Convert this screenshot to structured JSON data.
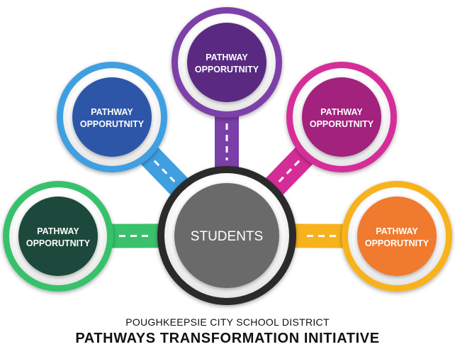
{
  "center": {
    "label": "STUDENTS",
    "color": "#6b6b6b",
    "ring_color": "#2b2b2b"
  },
  "nodes": [
    {
      "name": "pathway-green",
      "line1": "PATHWAY",
      "line2": "OPPORUTNITY",
      "color": "#1f4a3b",
      "ring": "#39c16c"
    },
    {
      "name": "pathway-blue",
      "line1": "PATHWAY",
      "line2": "OPPORUTNITY",
      "color": "#2d57a8",
      "ring": "#3f9fe0"
    },
    {
      "name": "pathway-purple",
      "line1": "PATHWAY",
      "line2": "OPPORUTNITY",
      "color": "#5a2a82",
      "ring": "#7b3fa8"
    },
    {
      "name": "pathway-magenta",
      "line1": "PATHWAY",
      "line2": "OPPORUTNITY",
      "color": "#a2227d",
      "ring": "#d52d98"
    },
    {
      "name": "pathway-orange",
      "line1": "PATHWAY",
      "line2": "OPPORUTNITY",
      "color": "#f07a2e",
      "ring": "#f7b21e"
    }
  ],
  "footer": {
    "subtitle": "POUGHKEEPSIE CITY SCHOOL DISTRICT",
    "title": "PATHWAYS TRANSFORMATION INITIATIVE"
  }
}
